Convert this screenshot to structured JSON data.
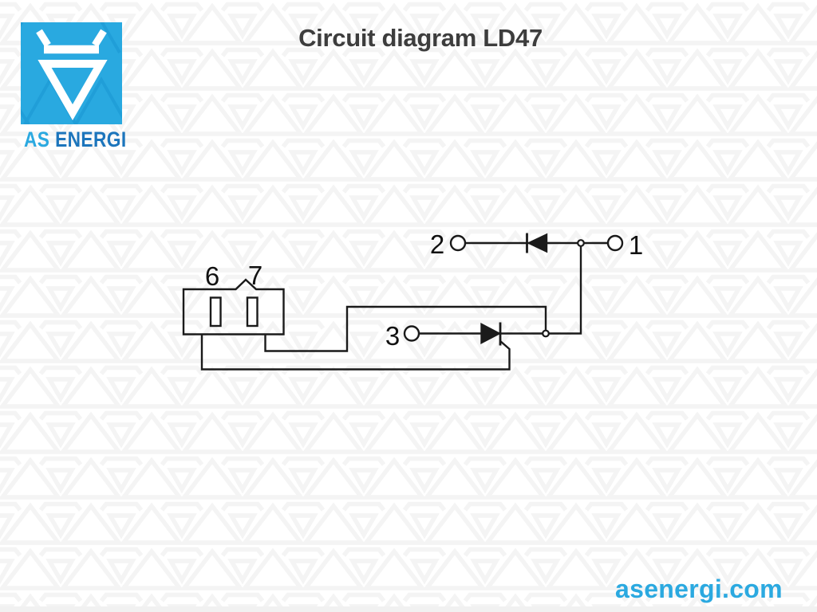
{
  "page": {
    "background_color": "#FFFFFF",
    "watermark": "veles-triangle-tessellation",
    "watermark_color": "#F4F4F4"
  },
  "logo": {
    "symbol": "veles-triangle",
    "square_color": "#29A9E0",
    "glyph_color": "#FFFFFF",
    "text_as": "AS",
    "text_energi": "ENERGI",
    "text_as_color": "#2BA9E0",
    "text_energi_color": "#1C75BC"
  },
  "header": {
    "title": "Circuit diagram LD47",
    "title_color": "#3D3D3D"
  },
  "circuit": {
    "line_color": "#1A1A1A",
    "symbols": [
      "diode",
      "thyristor",
      "connector-block"
    ],
    "labels": {
      "terminal1": "1",
      "terminal2": "2",
      "terminal3": "3",
      "pin6": "6",
      "pin7": "7"
    }
  },
  "footer": {
    "website": "asenergi.com",
    "website_color": "#2BA9E0"
  }
}
